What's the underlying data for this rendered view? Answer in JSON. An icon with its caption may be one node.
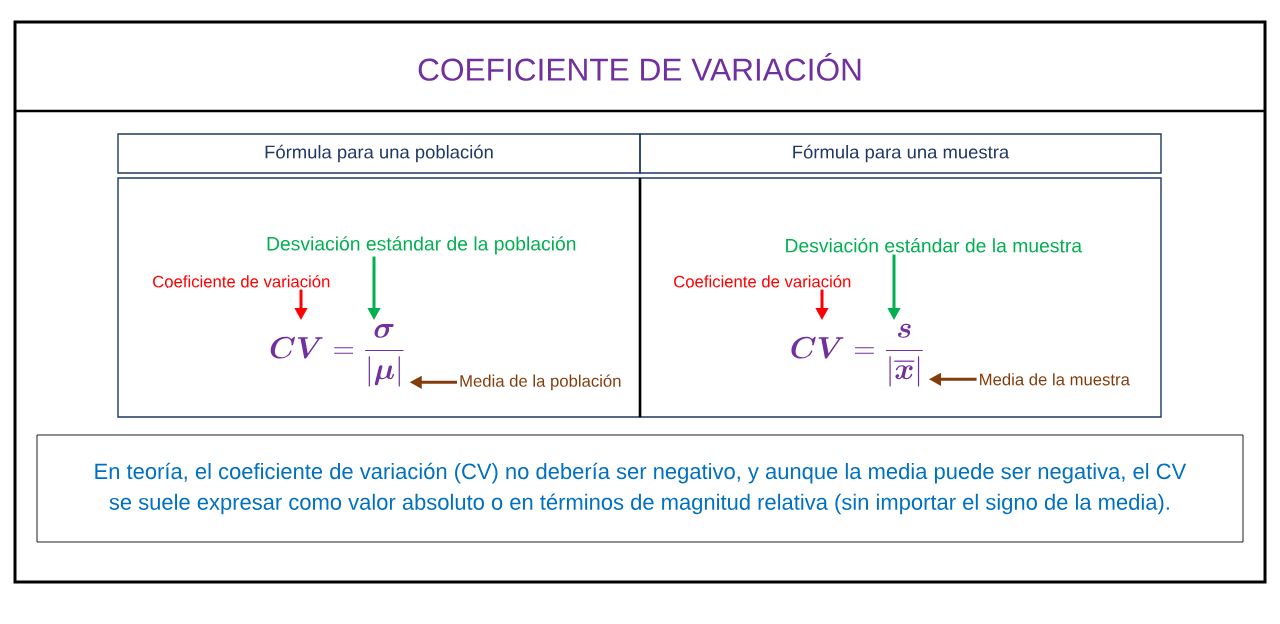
{
  "diagram": {
    "title": "COEFICIENTE DE VARIACIÓN",
    "nodes": [
      {
        "text": [
          "Fórmula para una población"
        ]
      },
      {
        "text": [
          "Fórmula para una muestra"
        ]
      },
      {
        "text": [],
        "shape": "box"
      },
      {
        "text": [
          "Coeficiente de variación"
        ],
        "in": 2
      },
      {
        "text": [
          "Desviación estándar de la población"
        ],
        "in": 2
      },
      {
        "text": [
          "Media de la población"
        ],
        "in": 2
      },
      {
        "text": [
          "\\boldsymbol{CV} = \\frac{\\boldsymbol{\\sigma}}{|\\boldsymbol{\\mu}|}"
        ],
        "in": 2
      },
      {
        "text": [],
        "shape": "box"
      },
      {
        "text": [
          "Coeficiente de variación"
        ],
        "in": 7
      },
      {
        "text": [
          "Desviación estándar de la muestra"
        ],
        "in": 7
      },
      {
        "text": [
          "Media de la muestra"
        ],
        "in": 7
      },
      {
        "text": [
          "\\boldsymbol{CV} = \\frac{\\boldsymbol{s}}{|\\overline{\\boldsymbol{x}}|}"
        ],
        "in": 7
      },
      {
        "text": [
          "En teoría, el coeficiente de variación (CV) no debería ser negativo, y aunque la media puede ser negativa, el CV se suele expresar como valor absoluto o en términos de magnitud relativa (sin importar el signo de la media)."
        ]
      }
    ],
    "edges": [
      {
        "from": 3,
        "to": 6,
        "arrow": "to",
        "color": "#ff0000"
      },
      {
        "from": 4,
        "to": 6,
        "arrow": "to",
        "color": "#00b050"
      },
      {
        "from": 5,
        "to": 6,
        "arrow": "to",
        "color": "#843c0c"
      },
      {
        "from": 8,
        "to": 11,
        "arrow": "to",
        "color": "#ff0000"
      },
      {
        "from": 9,
        "to": 11,
        "arrow": "to",
        "color": "#00b050"
      },
      {
        "from": 10,
        "to": 11,
        "arrow": "to",
        "color": "#843c0c"
      }
    ]
  }
}
